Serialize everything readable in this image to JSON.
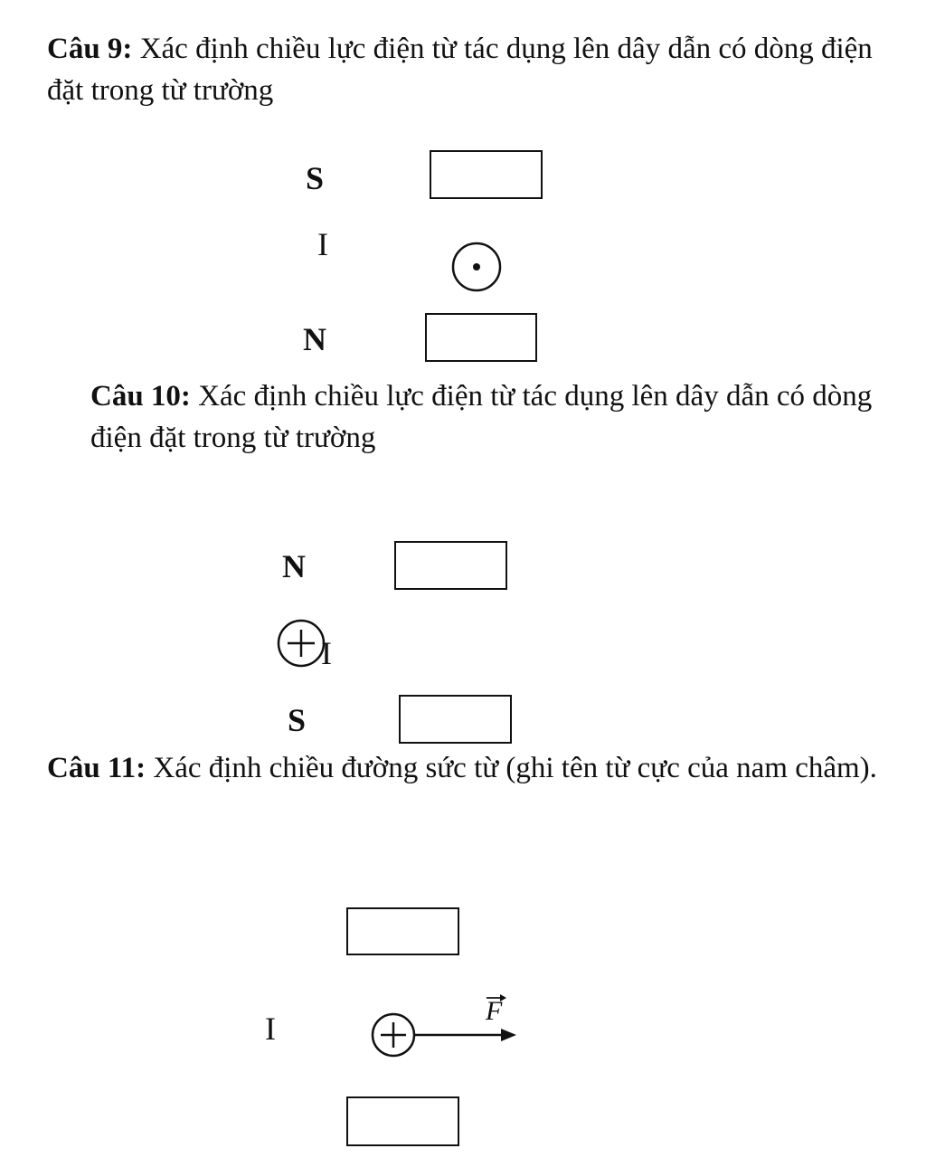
{
  "q9": {
    "title": "Câu 9:",
    "text": " Xác định chiều lực điện từ tác dụng lên dây dẫn có dòng điện đặt trong từ trường",
    "pole_top": "S",
    "current_label": "I",
    "pole_bottom": "N"
  },
  "q10": {
    "title": "Câu 10:",
    "text": " Xác định chiều lực điện từ tác dụng lên dây dẫn có dòng điện đặt trong từ trường",
    "pole_top": "N",
    "current_label": "I",
    "pole_bottom": "S"
  },
  "q11": {
    "title": "Câu 11:",
    "text": " Xác định chiều đường sức từ (ghi tên từ cực của nam châm).",
    "current_label": "I",
    "force_label": "F"
  },
  "icons": {
    "current_out": "dot-in-circle-icon",
    "current_in": "plus-in-circle-icon",
    "force_arrow": "right-arrow-icon"
  }
}
